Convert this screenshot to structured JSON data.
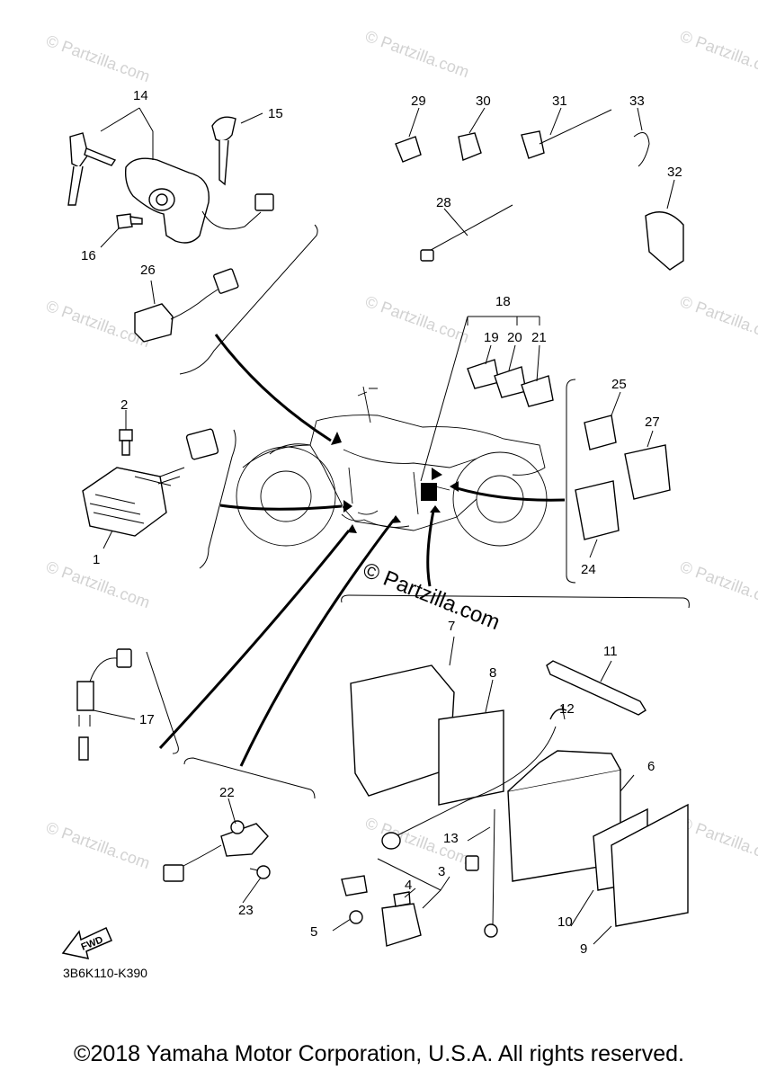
{
  "diagram_code": "3B6K110-K390",
  "copyright": "©2018 Yamaha Motor Corporation, U.S.A. All rights reserved.",
  "watermark": "© Partzilla.com",
  "fwd_label": "FWD",
  "callouts": {
    "p1": "1",
    "p2": "2",
    "p3": "3",
    "p4": "4",
    "p5": "5",
    "p6": "6",
    "p7": "7",
    "p8": "8",
    "p9": "9",
    "p10": "10",
    "p11": "11",
    "p12": "12",
    "p13": "13",
    "p14": "14",
    "p15": "15",
    "p16": "16",
    "p17": "17",
    "p18": "18",
    "p19": "19",
    "p20": "20",
    "p21": "21",
    "p22": "22",
    "p23": "23",
    "p24": "24",
    "p25": "25",
    "p26": "26",
    "p27": "27",
    "p28": "28",
    "p29": "29",
    "p30": "30",
    "p31": "31",
    "p32": "32",
    "p33": "33"
  }
}
